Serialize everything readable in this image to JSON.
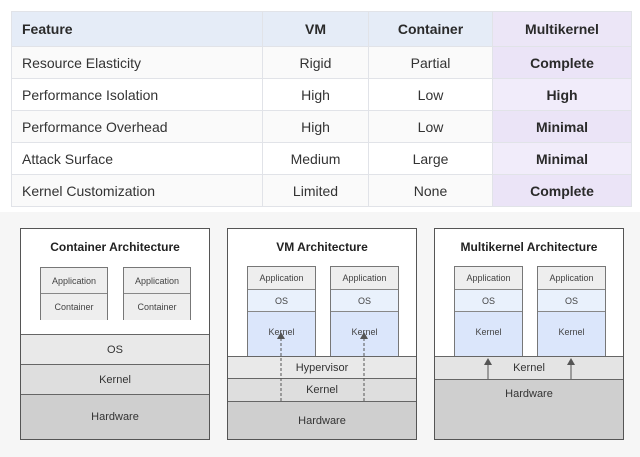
{
  "table": {
    "headers": [
      "Feature",
      "VM",
      "Container",
      "Multikernel"
    ],
    "rows": [
      [
        "Resource Elasticity",
        "Rigid",
        "Partial",
        "Complete"
      ],
      [
        "Performance Isolation",
        "High",
        "Low",
        "High"
      ],
      [
        "Performance Overhead",
        "High",
        "Low",
        "Minimal"
      ],
      [
        "Attack Surface",
        "Medium",
        "Large",
        "Minimal"
      ],
      [
        "Kernel Customization",
        "Limited",
        "None",
        "Complete"
      ]
    ]
  },
  "diagrams": {
    "container": {
      "title": "Container Architecture",
      "stack_top": "Application",
      "stack_bottom": "Container",
      "layers": [
        "OS",
        "Kernel",
        "Hardware"
      ]
    },
    "vm": {
      "title": "VM Architecture",
      "stack": [
        "Application",
        "OS",
        "Kernel"
      ],
      "layers": [
        "Hypervisor",
        "Kernel",
        "Hardware"
      ]
    },
    "multikernel": {
      "title": "Multikernel Architecture",
      "stack": [
        "Application",
        "OS",
        "Kernel"
      ],
      "layers": [
        "Kernel",
        "Hardware"
      ]
    }
  },
  "colors": {
    "header_bg": "#e5ecf7",
    "multikernel_col": "#ece6f7",
    "kernel_blue": "#dbe6fb",
    "os_blue": "#e9f1fc"
  }
}
